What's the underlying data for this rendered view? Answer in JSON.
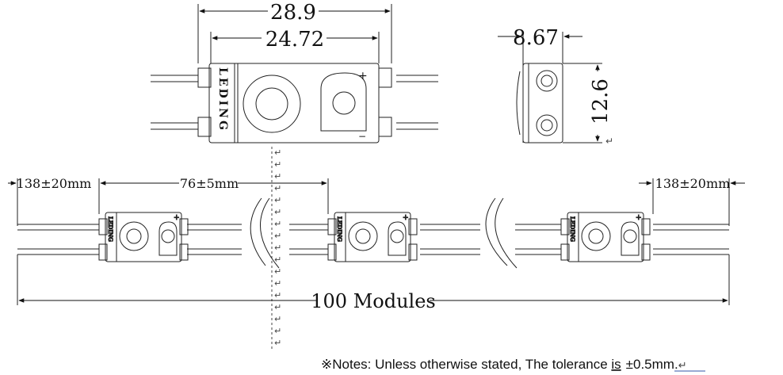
{
  "top_view": {
    "overall_length": "28.9",
    "body_length": "24.72",
    "brand_text": "LEDING"
  },
  "side_view": {
    "width": "8.67",
    "height": "12.6"
  },
  "string_layout": {
    "left_lead": "138±20mm",
    "pitch": "76±5mm",
    "right_lead": "138±20mm",
    "module_count": "100 Modules"
  },
  "note": {
    "prefix": "※Notes: Unless otherwise stated, The tolerance ",
    "is": "is",
    "value": "±0.5mm."
  },
  "symbols": {
    "plus": "+",
    "minus": "−",
    "return_mark": "↵"
  },
  "colors": {
    "line": "#222222",
    "text": "#111111"
  }
}
